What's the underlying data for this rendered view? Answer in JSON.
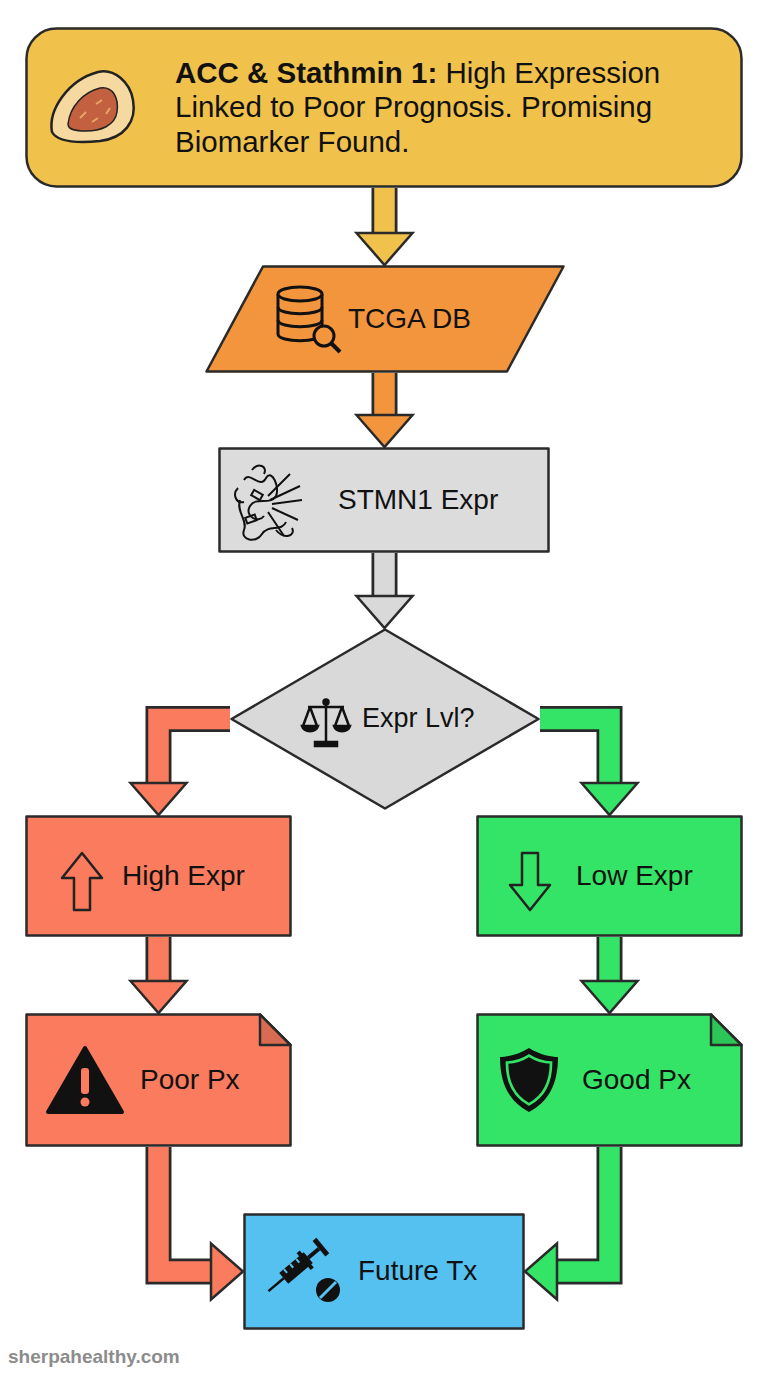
{
  "diagram": {
    "nodes": [
      {
        "text": [
          "ACC & Stathmin 1:",
          "High Expression Linked to Poor Prognosis. Promising Biomarker Found."
        ]
      },
      {
        "text": [
          "TCGA DB"
        ]
      },
      {
        "text": [
          "STMN1 Expr"
        ]
      },
      {
        "text": [
          "Expr Lvl?"
        ]
      },
      {
        "text": [
          "High Expr"
        ]
      },
      {
        "text": [
          "Low Expr"
        ]
      },
      {
        "text": [
          "Poor Px"
        ]
      },
      {
        "text": [
          "Good Px"
        ]
      },
      {
        "text": [
          "Future Tx"
        ]
      }
    ],
    "edges": [
      {
        "from": 0,
        "to": 1,
        "arrow": "to"
      },
      {
        "from": 1,
        "to": 2,
        "arrow": "to"
      },
      {
        "from": 2,
        "to": 3,
        "arrow": "to"
      },
      {
        "from": 3,
        "to": 4,
        "arrow": "to"
      },
      {
        "from": 3,
        "to": 5,
        "arrow": "to"
      },
      {
        "from": 4,
        "to": 6,
        "arrow": "to"
      },
      {
        "from": 5,
        "to": 7,
        "arrow": "to"
      },
      {
        "from": 6,
        "to": 8,
        "arrow": "to"
      },
      {
        "from": 7,
        "to": 8,
        "arrow": "to"
      }
    ],
    "labels": [
      "sherpahealthy.com"
    ]
  }
}
